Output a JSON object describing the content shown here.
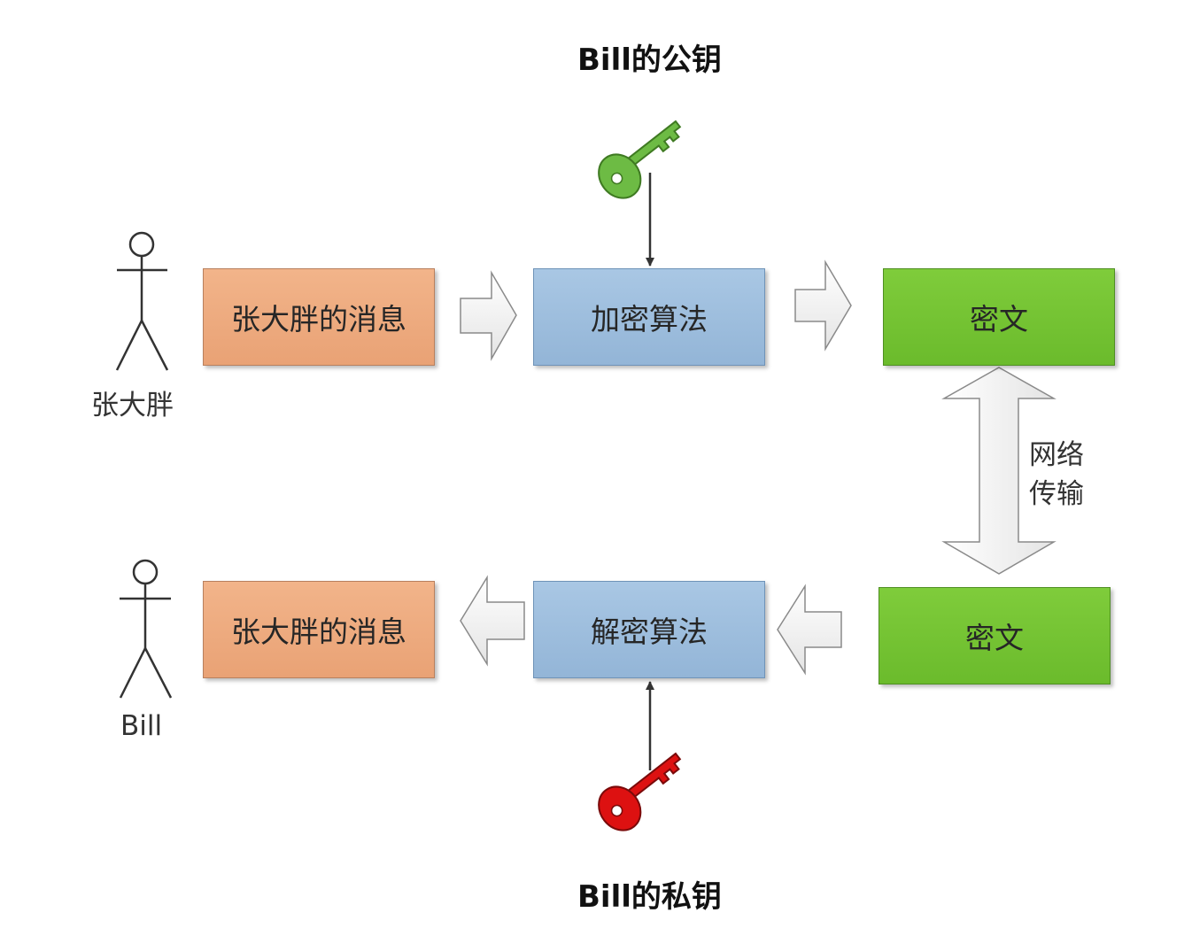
{
  "diagram": {
    "public_key_label": "Bill的公钥",
    "private_key_label": "Bill的私钥",
    "sender": {
      "name": "张大胖"
    },
    "receiver": {
      "name": "Bill"
    },
    "top_row": {
      "message": "张大胖的消息",
      "algorithm": "加密算法",
      "ciphertext": "密文"
    },
    "bottom_row": {
      "message": "张大胖的消息",
      "algorithm": "解密算法",
      "ciphertext": "密文"
    },
    "network": {
      "line1": "网络",
      "line2": "传输"
    }
  },
  "colors": {
    "message_box": "#e9a275",
    "algorithm_box": "#93b5d7",
    "ciphertext_box": "#6bbb2c",
    "public_key": "#6dbb44",
    "private_key": "#dd1111"
  },
  "icons": {
    "public_key": "key-icon",
    "private_key": "key-icon",
    "actor": "stick-figure-icon",
    "flow": "block-arrow-icon"
  }
}
